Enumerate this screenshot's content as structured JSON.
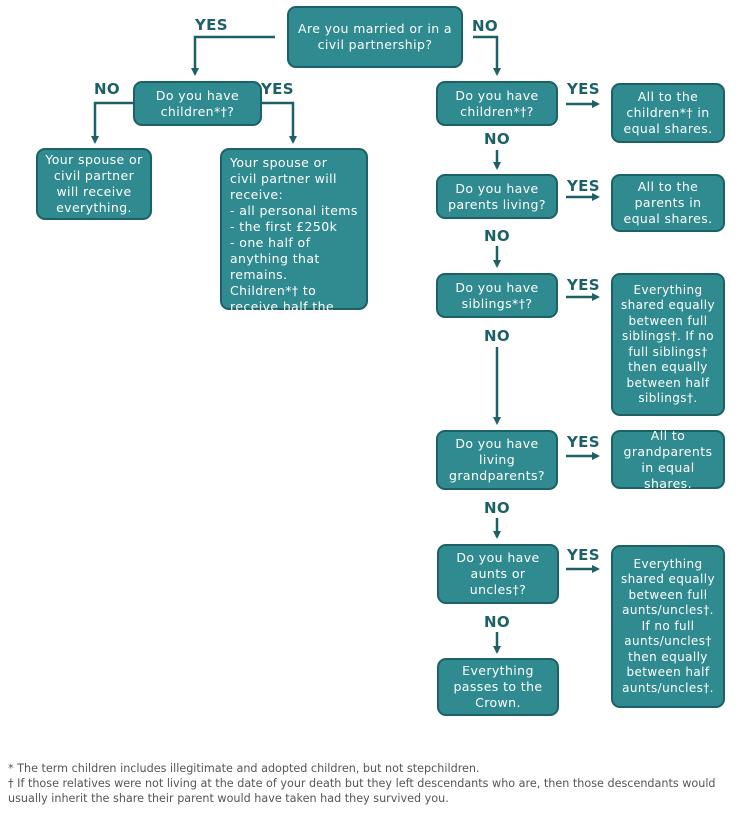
{
  "nodes": {
    "q_married": "Are you married or in a civil partnership?",
    "q_children_married": "Do you have children*†?",
    "r_spouse_all": "Your spouse or civil partner will receive everything.",
    "r_spouse_split": "Your spouse or civil partner will receive:\n- all personal items\n- the first £250k\n- one half of anything that remains.\nChildren*† to receive half the balance",
    "q_children": "Do you have children*†?",
    "r_children": "All to the children*† in equal shares.",
    "q_parents": "Do you have parents living?",
    "r_parents": "All to the parents in equal shares.",
    "q_siblings": "Do you have siblings*†?",
    "r_siblings": "Everything shared equally between full siblings†. If no full siblings† then equally between half siblings†.",
    "q_grandparents": "Do you have living grandparents?",
    "r_grandparents": "All to grandparents in equal shares.",
    "q_aunts": "Do you have aunts or uncles†?",
    "r_aunts": "Everything shared equally between full aunts/uncles†. If no full aunts/uncles† then equally between half aunts/uncles†.",
    "r_crown": "Everything passes to the Crown."
  },
  "labels": {
    "yes": "YES",
    "no": "NO"
  },
  "footnotes": [
    "* The term children includes illegitimate and adopted children, but not stepchildren.",
    "† If those relatives were not living at the date of your death but they left descendants who are, then those descendants would usually inherit the share their parent would have taken had they survived you."
  ],
  "colors": {
    "box_fill": "#2f8b8f",
    "box_border": "#1d6166",
    "label": "#1d6166",
    "arrow": "#1d6166"
  }
}
